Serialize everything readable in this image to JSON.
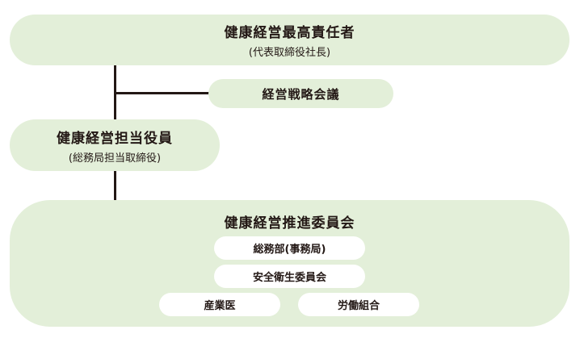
{
  "top": {
    "title": "健康経営最高責任者",
    "sub": "(代表取締役社長)"
  },
  "strategy": {
    "title": "経営戦略会議"
  },
  "officer": {
    "title": "健康経営担当役員",
    "sub": "(総務局担当取締役)"
  },
  "committee": {
    "title": "健康経営推進委員会",
    "members": [
      "総務部(事務局)",
      "安全衛生委員会",
      "産業医",
      "労働組合"
    ]
  },
  "colors": {
    "box": "#e3efd9",
    "line": "#231815"
  }
}
